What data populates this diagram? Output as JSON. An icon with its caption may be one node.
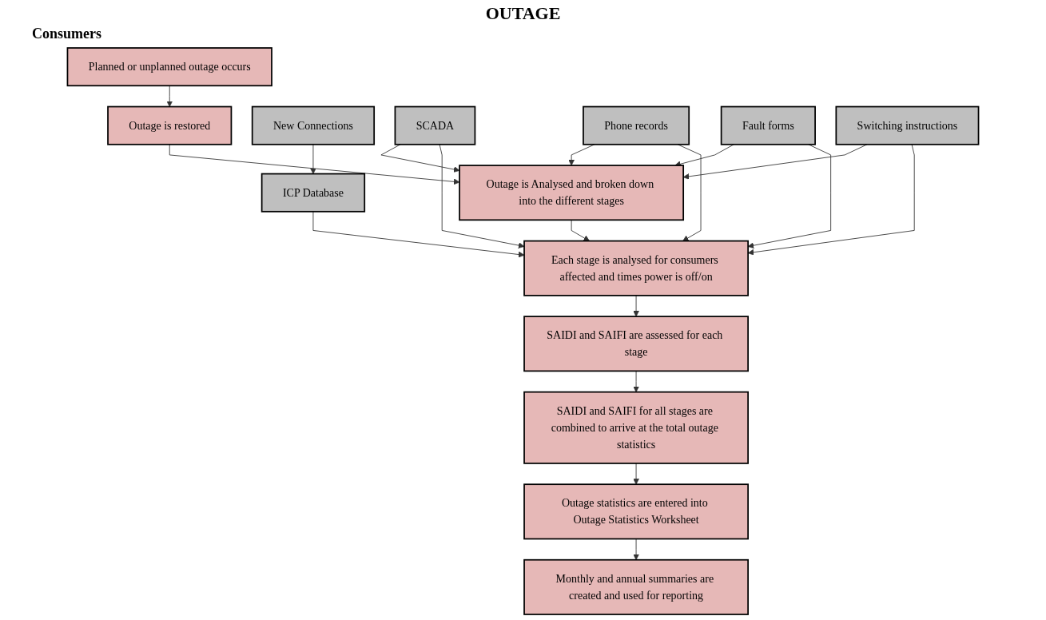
{
  "diagram": {
    "title": "OUTAGE",
    "nodes": [
      {
        "text": [
          "Planned or unplanned outage occurs"
        ]
      },
      {
        "text": [
          "Outage is restored"
        ]
      },
      {
        "text": [
          "Outage is Analysed and broken down into the different stages"
        ]
      },
      {
        "text": [
          "Each stage is analysed for consumers affected and times power is off/on"
        ]
      },
      {
        "text": [
          "SAIDI and SAIFI are assessed for each stage"
        ]
      },
      {
        "text": [
          "SAIDI and SAIFI for all stages are combined to arrive at the total outage statistics"
        ]
      },
      {
        "text": [
          "Outage statistics are entered into Outage Statistics Worksheet"
        ]
      },
      {
        "text": [
          "Monthly and annual summaries are created and used for reporting"
        ]
      },
      {
        "text": [
          "New Connections"
        ]
      },
      {
        "text": [
          "ICP Database"
        ]
      },
      {
        "text": [
          "SCADA"
        ]
      },
      {
        "text": [
          "Phone records"
        ]
      },
      {
        "text": [
          "Fault forms"
        ]
      },
      {
        "text": [
          "Switching instructions"
        ]
      }
    ],
    "edges": [
      {
        "from": 0,
        "to": 1,
        "arrow": "to"
      },
      {
        "from": 1,
        "to": 2,
        "arrow": "to"
      },
      {
        "from": 2,
        "to": 3,
        "arrow": "to"
      },
      {
        "from": 3,
        "to": 4,
        "arrow": "to"
      },
      {
        "from": 4,
        "to": 5,
        "arrow": "to"
      },
      {
        "from": 5,
        "to": 6,
        "arrow": "to"
      },
      {
        "from": 6,
        "to": 7,
        "arrow": "to"
      },
      {
        "from": 8,
        "to": 9,
        "arrow": "to"
      },
      {
        "from": 9,
        "to": 3,
        "arrow": "to"
      },
      {
        "from": 10,
        "to": 2,
        "arrow": "to"
      },
      {
        "from": 11,
        "to": 2,
        "arrow": "to"
      },
      {
        "from": 12,
        "to": 2,
        "arrow": "to"
      },
      {
        "from": 13,
        "to": 2,
        "arrow": "to"
      },
      {
        "from": 10,
        "to": 3,
        "arrow": "to"
      },
      {
        "from": 11,
        "to": 3,
        "arrow": "to"
      },
      {
        "from": 12,
        "to": 3,
        "arrow": "to"
      },
      {
        "from": 13,
        "to": 3,
        "arrow": "to"
      }
    ],
    "labels": [
      "Consumers"
    ]
  }
}
